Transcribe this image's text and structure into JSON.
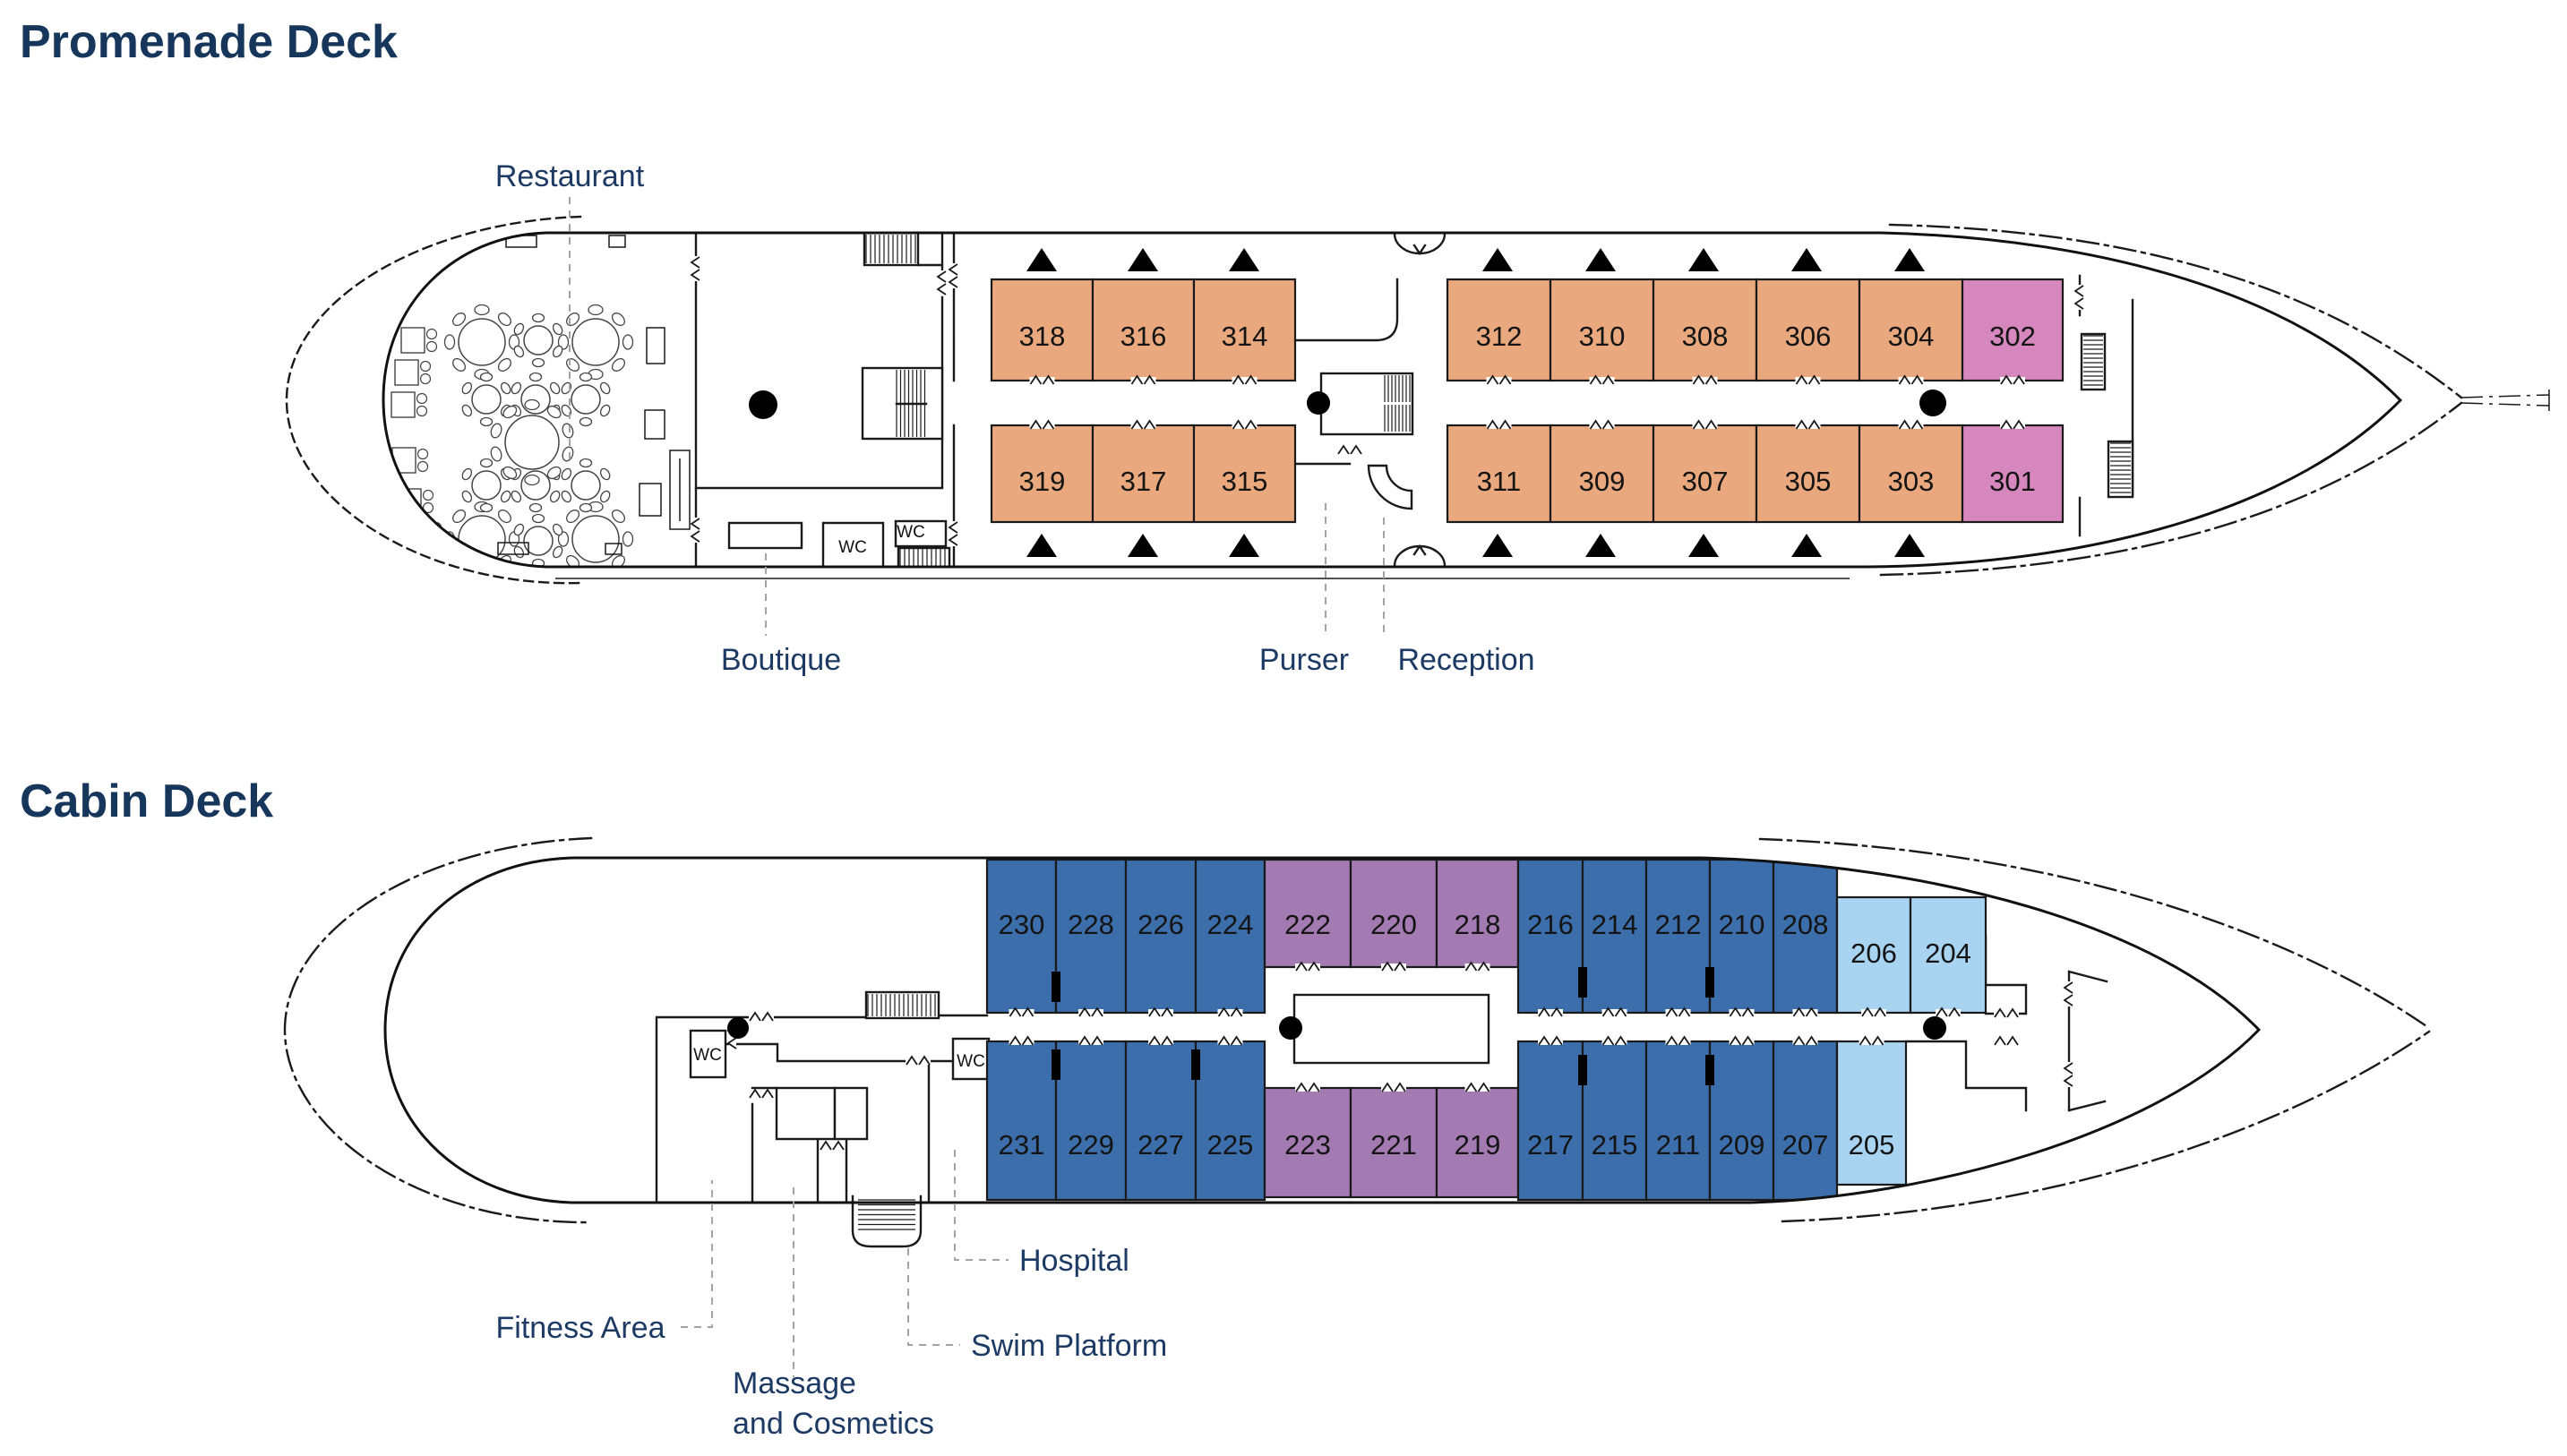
{
  "colors": {
    "orange": "#E9A87D",
    "pink": "#D687BD",
    "blue": "#3B6EAB",
    "purple": "#A37AB2",
    "light_blue": "#A8D4F2",
    "label_navy": "#1C3A63",
    "wall": "#1A1A1A",
    "leader_gray": "#A3A3A3"
  },
  "promenade": {
    "title": "Promenade Deck",
    "labels": {
      "restaurant": "Restaurant",
      "boutique": "Boutique",
      "purser": "Purser",
      "reception": "Reception",
      "wc_left": "WC",
      "wc_right": "WC"
    },
    "cabins": {
      "top": [
        {
          "num": "318",
          "color": "orange"
        },
        {
          "num": "316",
          "color": "orange"
        },
        {
          "num": "314",
          "color": "orange"
        },
        {
          "num": "312",
          "color": "orange"
        },
        {
          "num": "310",
          "color": "orange"
        },
        {
          "num": "308",
          "color": "orange"
        },
        {
          "num": "306",
          "color": "orange"
        },
        {
          "num": "304",
          "color": "orange"
        },
        {
          "num": "302",
          "color": "pink"
        }
      ],
      "bottom": [
        {
          "num": "319",
          "color": "orange"
        },
        {
          "num": "317",
          "color": "orange"
        },
        {
          "num": "315",
          "color": "orange"
        },
        {
          "num": "311",
          "color": "orange"
        },
        {
          "num": "309",
          "color": "orange"
        },
        {
          "num": "307",
          "color": "orange"
        },
        {
          "num": "305",
          "color": "orange"
        },
        {
          "num": "303",
          "color": "orange"
        },
        {
          "num": "301",
          "color": "pink"
        }
      ]
    }
  },
  "cabin_deck": {
    "title": "Cabin Deck",
    "labels": {
      "hospital": "Hospital",
      "swim_platform": "Swim Platform",
      "fitness_area": "Fitness Area",
      "massage_line1": "Massage",
      "massage_line2": "and Cosmetics",
      "wc_left": "WC",
      "wc_right": "WC"
    },
    "cabins": {
      "top": [
        {
          "num": "230",
          "color": "blue"
        },
        {
          "num": "228",
          "color": "blue"
        },
        {
          "num": "226",
          "color": "blue"
        },
        {
          "num": "224",
          "color": "blue"
        },
        {
          "num": "222",
          "color": "purple"
        },
        {
          "num": "220",
          "color": "purple"
        },
        {
          "num": "218",
          "color": "purple"
        },
        {
          "num": "216",
          "color": "blue"
        },
        {
          "num": "214",
          "color": "blue"
        },
        {
          "num": "212",
          "color": "blue"
        },
        {
          "num": "210",
          "color": "blue"
        },
        {
          "num": "208",
          "color": "blue"
        },
        {
          "num": "206",
          "color": "light_blue"
        },
        {
          "num": "204",
          "color": "light_blue"
        }
      ],
      "bottom": [
        {
          "num": "231",
          "color": "blue"
        },
        {
          "num": "229",
          "color": "blue"
        },
        {
          "num": "227",
          "color": "blue"
        },
        {
          "num": "225",
          "color": "blue"
        },
        {
          "num": "223",
          "color": "purple"
        },
        {
          "num": "221",
          "color": "purple"
        },
        {
          "num": "219",
          "color": "purple"
        },
        {
          "num": "217",
          "color": "blue"
        },
        {
          "num": "215",
          "color": "blue"
        },
        {
          "num": "211",
          "color": "blue"
        },
        {
          "num": "209",
          "color": "blue"
        },
        {
          "num": "207",
          "color": "blue"
        },
        {
          "num": "205",
          "color": "light_blue"
        }
      ]
    }
  }
}
